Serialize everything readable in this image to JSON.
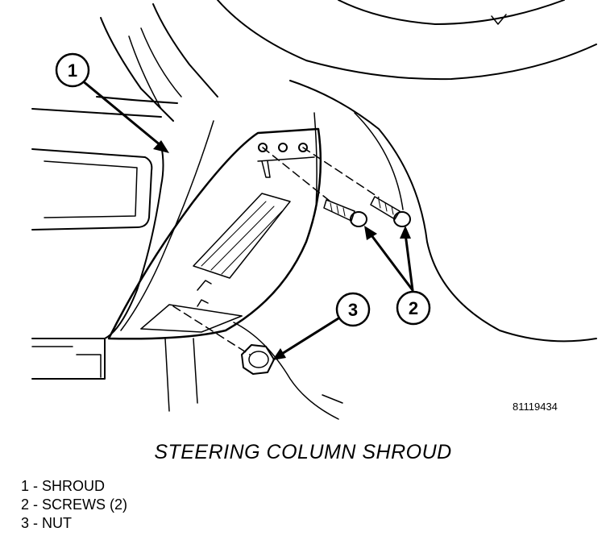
{
  "figure": {
    "part_number": "81119434",
    "title": "STEERING COLUMN SHROUD",
    "callouts": [
      "1",
      "2",
      "3"
    ]
  },
  "legend": [
    {
      "text": "1 - SHROUD"
    },
    {
      "text": "2 - SCREWS (2)"
    },
    {
      "text": "3 - NUT"
    }
  ]
}
